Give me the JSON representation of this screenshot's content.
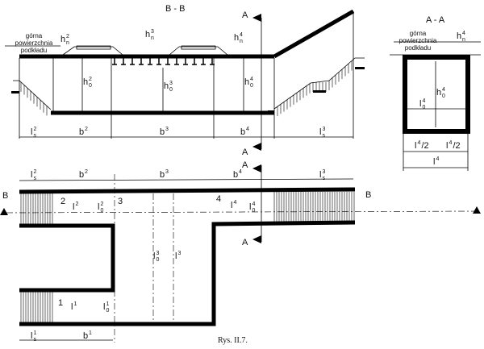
{
  "section_bb": {
    "title": "B - B",
    "surface_label": [
      "górna",
      "powierzchnia",
      "podkładu"
    ],
    "labels": {
      "hn2": {
        "base": "h",
        "sup": "2",
        "sub": "n"
      },
      "hn3": {
        "base": "h",
        "sup": "3",
        "sub": "n"
      },
      "hn4": {
        "base": "h",
        "sup": "4",
        "sub": "n"
      },
      "h02": {
        "base": "h",
        "sup": "2",
        "sub": "0"
      },
      "h03": {
        "base": "h",
        "sup": "3",
        "sub": "0"
      },
      "h04": {
        "base": "h",
        "sup": "4",
        "sub": "0"
      },
      "ls2": {
        "base": "l",
        "sup": "2",
        "sub": "s"
      },
      "b2": {
        "base": "b",
        "sup": "2",
        "sub": ""
      },
      "b3": {
        "base": "b",
        "sup": "3",
        "sub": ""
      },
      "b4": {
        "base": "b",
        "sup": "4",
        "sub": ""
      },
      "ls3": {
        "base": "l",
        "sup": "3",
        "sub": "s"
      }
    }
  },
  "section_aa": {
    "title": "A - A",
    "surface_label": [
      "górna",
      "powierzchnia",
      "podkładu"
    ],
    "labels": {
      "hn4": {
        "base": "h",
        "sup": "4",
        "sub": "n"
      },
      "h04": {
        "base": "h",
        "sup": "4",
        "sub": "0"
      },
      "l04": {
        "base": "l",
        "sup": "4",
        "sub": "0"
      },
      "half1": {
        "base": "l",
        "sup": "4",
        "sub": "",
        "suffix": "/2"
      },
      "half2": {
        "base": "l",
        "sup": "4",
        "sub": "",
        "suffix": "/2"
      },
      "l4": {
        "base": "l",
        "sup": "4",
        "sub": ""
      }
    }
  },
  "plan": {
    "section_marks": {
      "a": "A",
      "b": "B"
    },
    "zone_numbers": [
      "1",
      "2",
      "3",
      "4"
    ],
    "labels": {
      "ls2": {
        "base": "l",
        "sup": "2",
        "sub": "s"
      },
      "b2": {
        "base": "b",
        "sup": "2",
        "sub": ""
      },
      "b3": {
        "base": "b",
        "sup": "3",
        "sub": ""
      },
      "b4": {
        "base": "b",
        "sup": "4",
        "sub": ""
      },
      "ls3": {
        "base": "l",
        "sup": "3",
        "sub": "s"
      },
      "l2": {
        "base": "l",
        "sup": "2",
        "sub": ""
      },
      "l02": {
        "base": "l",
        "sup": "2",
        "sub": "0"
      },
      "l4": {
        "base": "l",
        "sup": "4",
        "sub": ""
      },
      "l04": {
        "base": "l",
        "sup": "4",
        "sub": "0"
      },
      "l03": {
        "base": "l",
        "sup": "3",
        "sub": "0"
      },
      "l3": {
        "base": "l",
        "sup": "3",
        "sub": ""
      },
      "l1": {
        "base": "l",
        "sup": "1",
        "sub": ""
      },
      "l01": {
        "base": "l",
        "sup": "1",
        "sub": "0"
      },
      "ls1": {
        "base": "l",
        "sup": "1",
        "sub": "s"
      },
      "b1": {
        "base": "b",
        "sup": "1",
        "sub": ""
      }
    }
  },
  "caption": "Rys. II.7."
}
